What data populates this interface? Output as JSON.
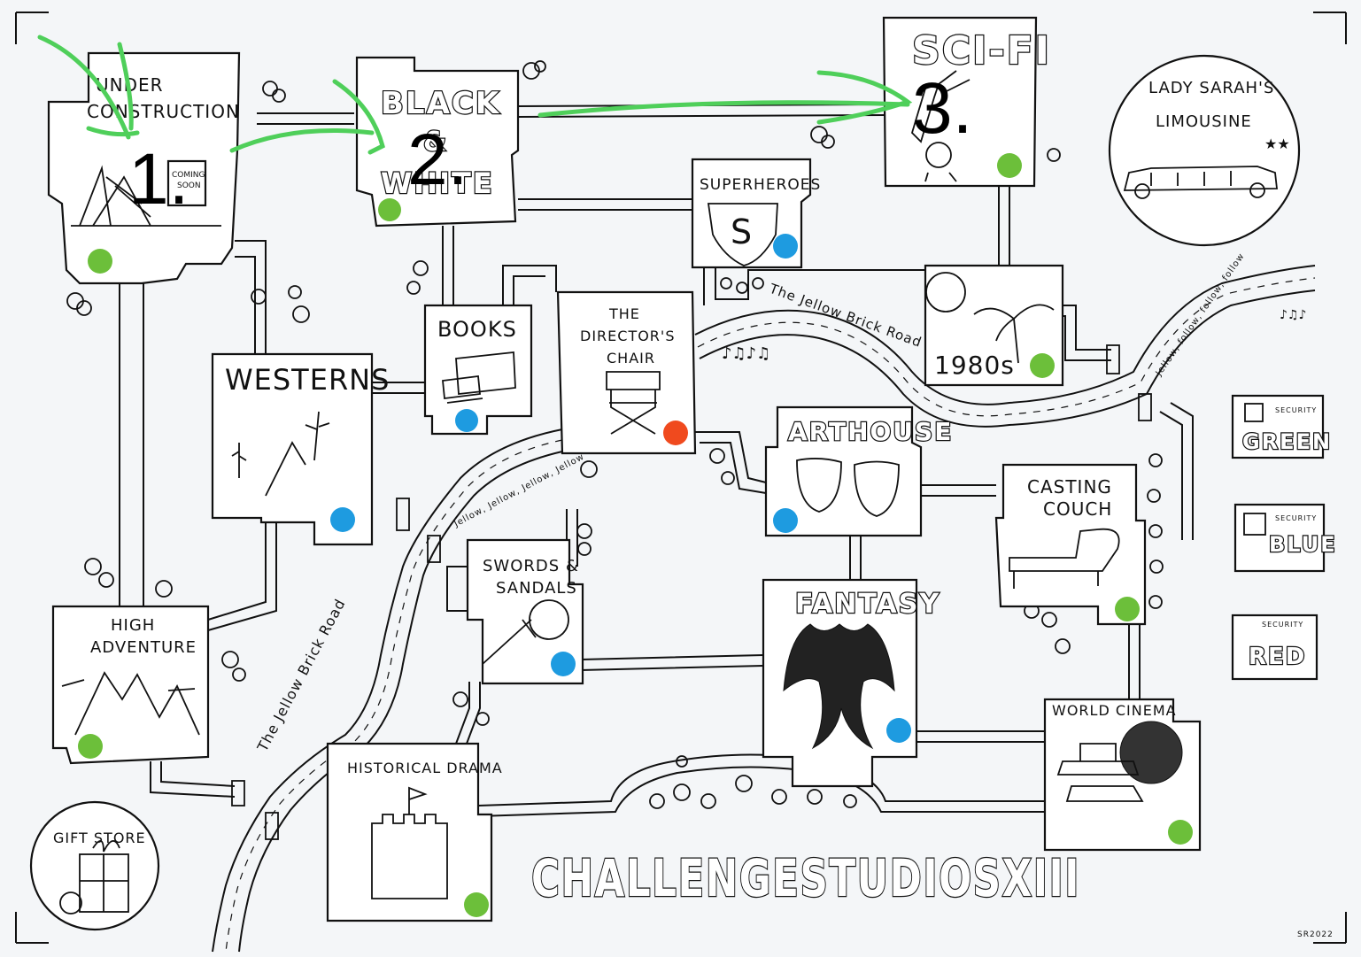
{
  "title": "CHALLENGESTUDIOSXIII",
  "signature": "SR2022",
  "colors": {
    "green": "#6cbf3a",
    "blue": "#1e9be0",
    "red": "#f04a1e",
    "arrow": "#4fcf5a"
  },
  "steps": {
    "one": "1.",
    "two": "2.",
    "three": "3."
  },
  "zones": {
    "under_construction": {
      "line1": "UNDER",
      "line2": "CONSTRUCTION",
      "sign1": "COMING",
      "sign2": "SOON",
      "dot": "green"
    },
    "black_white": {
      "line1": "BLACK",
      "line2": "&",
      "line3": "WHITE",
      "dot": "green"
    },
    "scifi": {
      "label": "SCI-FI",
      "dot": "green"
    },
    "superheroes": {
      "label": "SUPERHEROES",
      "emblem": "S",
      "dot": "blue"
    },
    "limousine": {
      "line1": "LADY SARAH'S",
      "line2": "LIMOUSINE"
    },
    "books": {
      "label": "BOOKS",
      "dot": "blue"
    },
    "directors_chair": {
      "line1": "THE",
      "line2": "DIRECTOR'S",
      "line3": "CHAIR",
      "dot": "red"
    },
    "westerns": {
      "label": "WESTERNS",
      "dot": "blue"
    },
    "eighties": {
      "label": "1980s",
      "dot": "green"
    },
    "arthouse": {
      "label": "ARTHOUSE",
      "dot": "blue"
    },
    "casting_couch": {
      "line1": "CASTING",
      "line2": "COUCH",
      "dot": "green"
    },
    "swords_sandals": {
      "line1": "SWORDS &",
      "line2": "SANDALS",
      "dot": "blue"
    },
    "fantasy": {
      "label": "FANTASY",
      "dot": "blue"
    },
    "high_adventure": {
      "line1": "HIGH",
      "line2": "ADVENTURE",
      "dot": "green"
    },
    "historical_drama": {
      "label": "HISTORICAL DRAMA",
      "dot": "green"
    },
    "world_cinema": {
      "label": "WORLD CINEMA",
      "dot": "green"
    },
    "gift_store": {
      "label": "GIFT STORE"
    }
  },
  "security": [
    {
      "small": "SECURITY",
      "big": "GREEN"
    },
    {
      "small": "SECURITY",
      "big": "BLUE"
    },
    {
      "small": "SECURITY",
      "big": "RED"
    }
  ],
  "road_labels": {
    "top": "The Jellow Brick Road",
    "left": "The Jellow Brick Road",
    "follow_mid": "Jellow, Jellow, Jellow, Jellow",
    "follow_right": "Jellow, follow, follow, follow"
  }
}
